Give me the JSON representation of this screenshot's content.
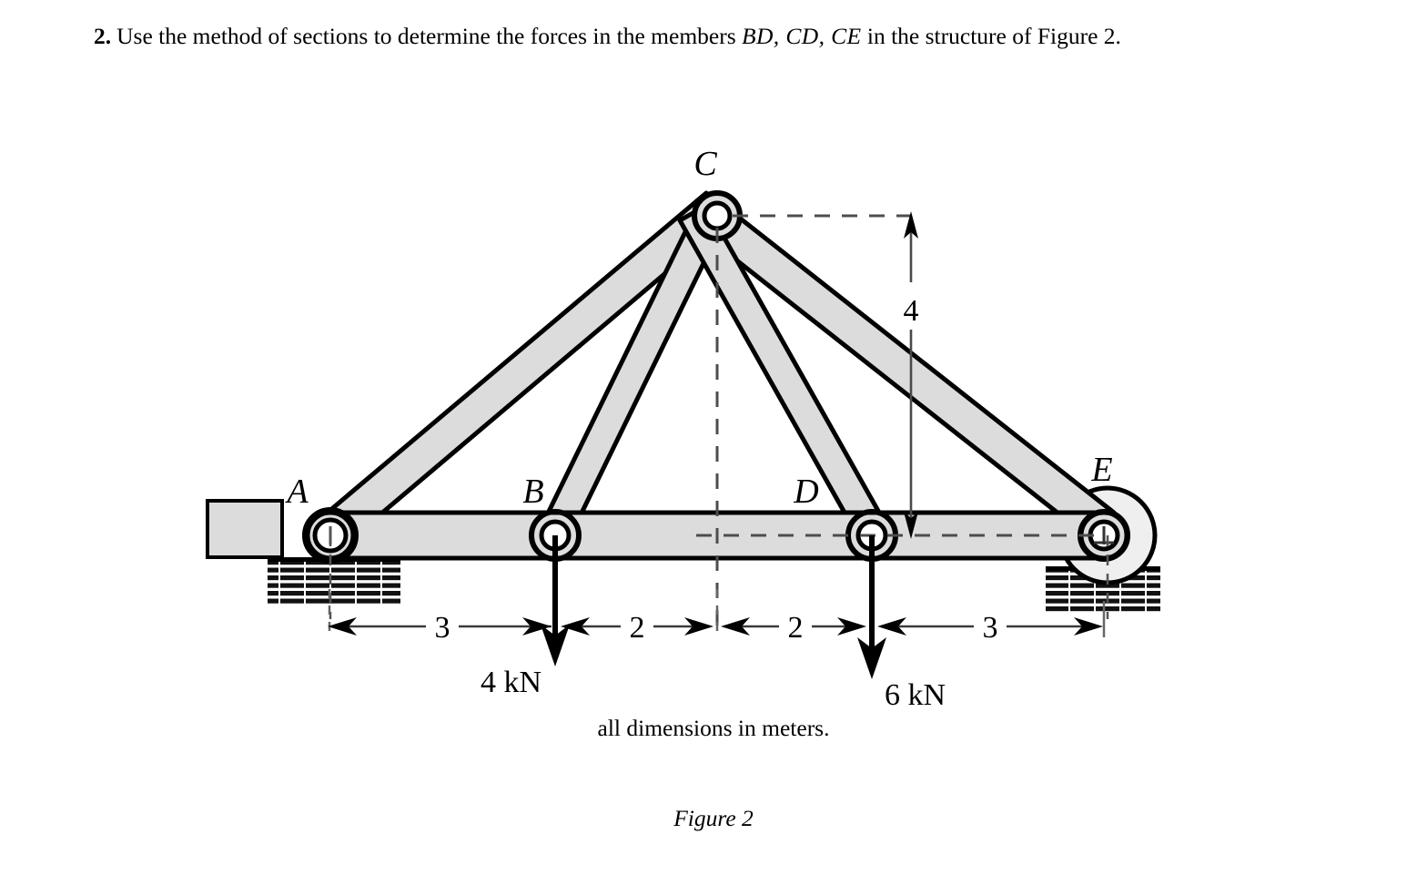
{
  "problem": {
    "number": "2.",
    "text_before": "Use the method of sections to determine the forces in the members",
    "members_math": "BD, CD, CE",
    "text_after": "in the structure of Figure 2."
  },
  "figure": {
    "caption_dimensions": "all dimensions in meters.",
    "caption_label": "Figure 2",
    "joint_labels": {
      "A": "A",
      "B": "B",
      "C": "C",
      "D": "D",
      "E": "E"
    },
    "loads": [
      {
        "label": "4 kN",
        "at_joint": "B",
        "direction": "down",
        "magnitude": 4,
        "unit": "kN"
      },
      {
        "label": "6 kN",
        "at_joint": "D",
        "direction": "down",
        "magnitude": 6,
        "unit": "kN"
      }
    ],
    "dimensions_horizontal": [
      {
        "label": "3",
        "from": "A",
        "to": "B",
        "value": 3
      },
      {
        "label": "2",
        "from": "B",
        "to": "C-axis",
        "value": 2
      },
      {
        "label": "2",
        "from": "C-axis",
        "to": "D",
        "value": 2
      },
      {
        "label": "3",
        "from": "D",
        "to": "E",
        "value": 3
      }
    ],
    "dimension_vertical": {
      "label": "4",
      "value": 4,
      "from": "C",
      "to": "bottom-chord"
    },
    "supports": {
      "A": "pin-support-hatched",
      "E": "roller-support-hatched"
    },
    "members": [
      "AC",
      "BC",
      "CD",
      "CE",
      "AB",
      "BD",
      "DE"
    ],
    "colors": {
      "member_fill": "#dcdcdc",
      "outline": "#000000",
      "dimension_line": "#404040",
      "dashed_line": "#4d4d4d",
      "roller_fill": "#efefef",
      "background": "#ffffff"
    }
  }
}
